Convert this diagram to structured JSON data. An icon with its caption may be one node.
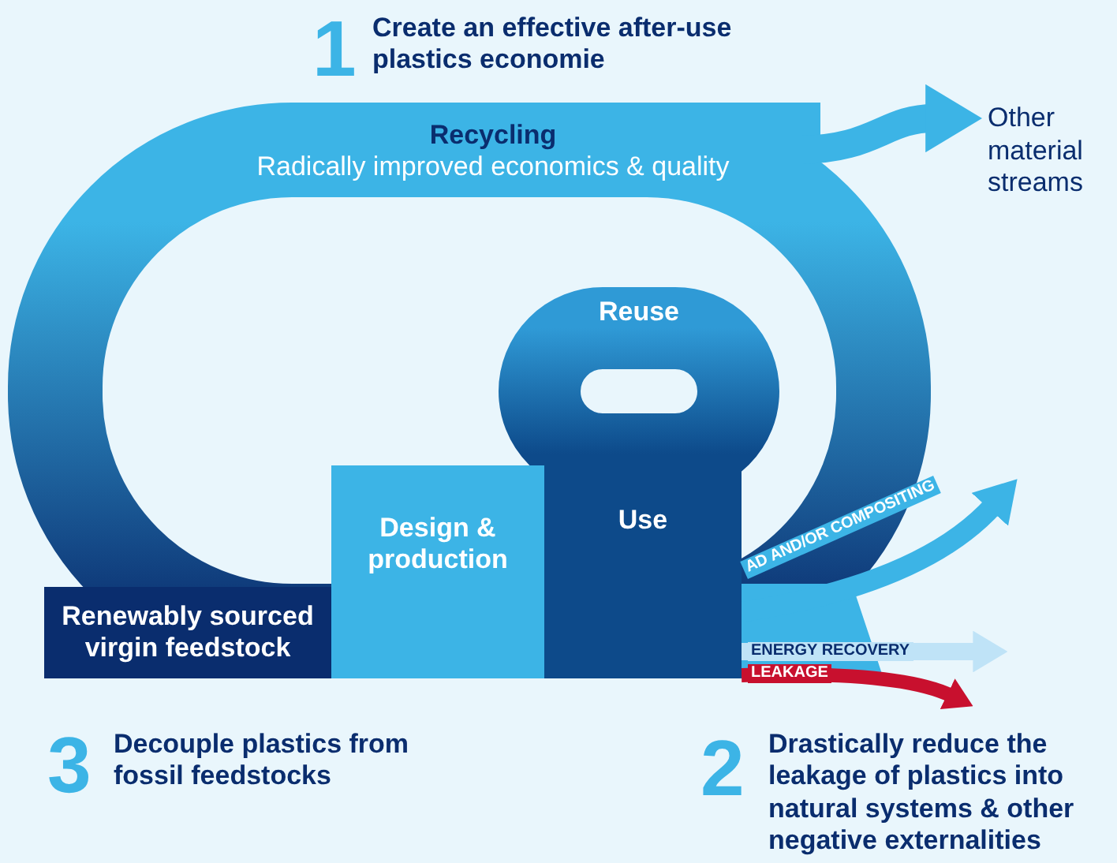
{
  "diagram": {
    "nodes": [
      {
        "text": [
          "Recycling",
          "Radically improved economics & quality"
        ]
      },
      {
        "text": [
          "Reuse"
        ]
      },
      {
        "text": [
          "Design & production"
        ]
      },
      {
        "text": [
          "Use"
        ]
      },
      {
        "text": [
          "Renewably sourced virgin feedstock"
        ]
      },
      {
        "text": [
          "Other material streams"
        ]
      }
    ],
    "edges": [
      {
        "from": 0,
        "to": 5,
        "arrow": "to"
      },
      {
        "from": 3,
        "to": null,
        "arrow": "to",
        "label": "AD AND/OR COMPOSITING"
      },
      {
        "from": 3,
        "to": null,
        "arrow": "to",
        "label": "ENERGY RECOVERY",
        "color": "#bfe3f7"
      },
      {
        "from": 3,
        "to": null,
        "arrow": "to",
        "label": "LEAKAGE",
        "color": "#c8102e"
      }
    ],
    "labels": [
      "1",
      "Create an effective after-use plastics economie",
      "3",
      "Decouple plastics from fossil feedstocks",
      "2",
      "Drastically reduce the leakage of plastics into natural systems & other negative externalities"
    ]
  }
}
